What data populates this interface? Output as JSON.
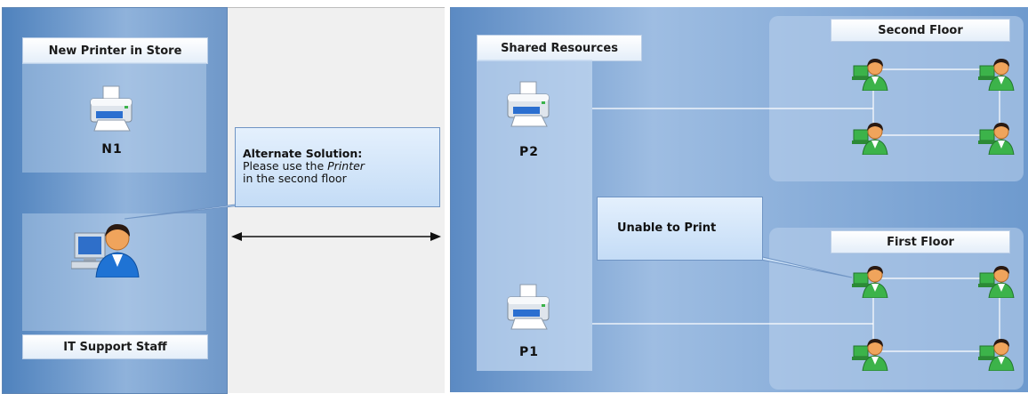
{
  "left": {
    "top_tab": "New Printer in Store",
    "printer_label": "N1",
    "bottom_tab": "IT Support Staff"
  },
  "callout_alternate": {
    "title": "Alternate Solution:",
    "line1_prefix": "Please use the ",
    "line1_emph": "Printer",
    "line2": "in the second floor"
  },
  "right": {
    "shared_tab": "Shared Resources",
    "printer_top_label": "P2",
    "printer_bottom_label": "P1",
    "second_floor_tab": "Second Floor",
    "first_floor_tab": "First Floor",
    "callout_unable": "Unable to Print"
  },
  "icons": {
    "printer": "printer-icon",
    "user": "user-icon",
    "support": "support-staff-icon",
    "arrow": "double-arrow-icon"
  }
}
